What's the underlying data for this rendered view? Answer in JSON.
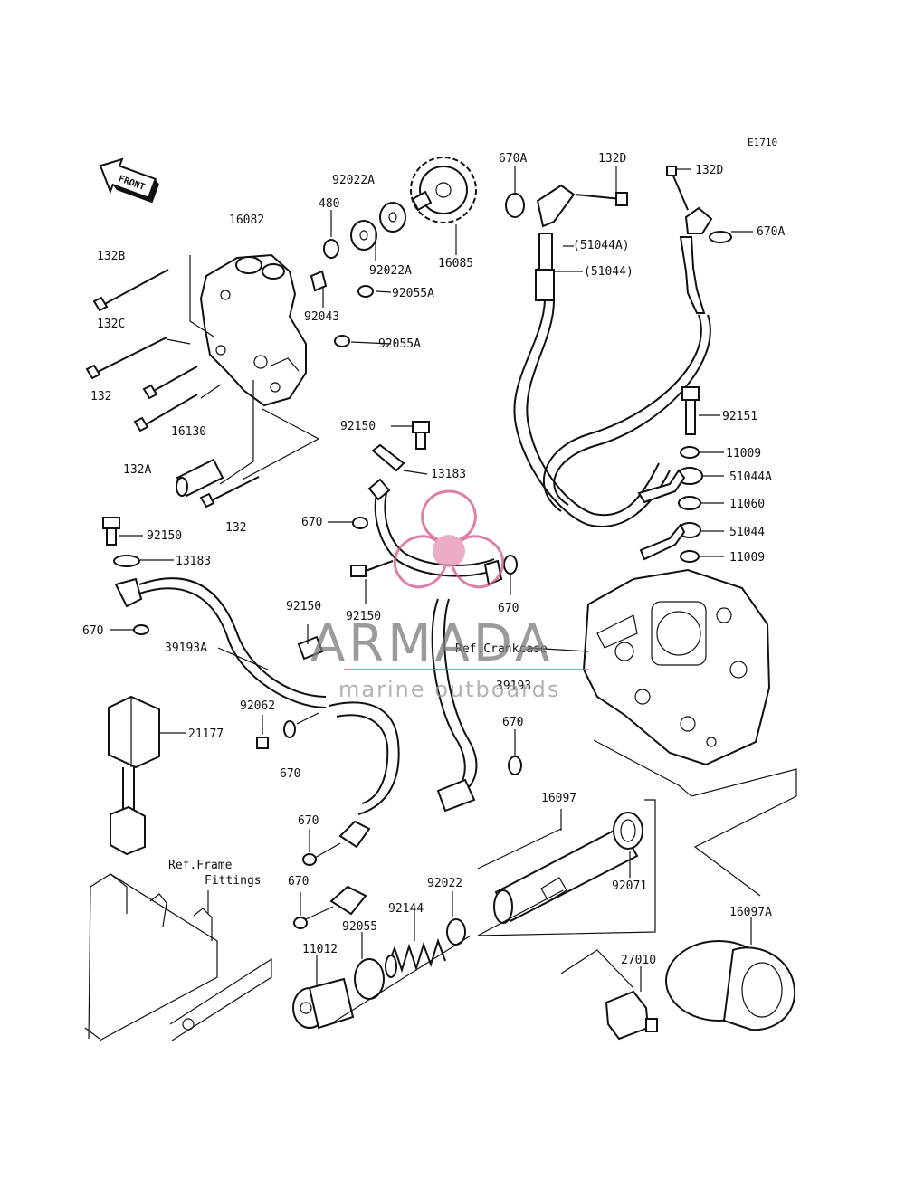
{
  "diagram": {
    "code": "E1710",
    "front_label": "FRONT",
    "parts": {
      "p670A_left": "670A",
      "p132D_left": "132D",
      "p132D_right": "132D",
      "p670A_right": "670A",
      "p92022A_top": "92022A",
      "p480": "480",
      "p16082": "16082",
      "p132B": "132B",
      "p92022A_bottom": "92022A",
      "p16085": "16085",
      "p51044A_paren": "(51044A)",
      "p51044_paren": "(51044)",
      "p92055A_1": "92055A",
      "p92043": "92043",
      "p132C": "132C",
      "p92055A_2": "92055A",
      "p132_top": "132",
      "p92151": "92151",
      "p92150_mid": "92150",
      "p11009_top": "11009",
      "p16130": "16130",
      "p13183_mid": "13183",
      "p51044A": "51044A",
      "p132A": "132A",
      "p11060": "11060",
      "p670_mid": "670",
      "p132_bottom": "132",
      "p51044": "51044",
      "p92150_left": "92150",
      "p11009_bottom": "11009",
      "p13183_left": "13183",
      "p92150_low": "92150",
      "p670_right_upper": "670",
      "p92150_center": "92150",
      "p670_left": "670",
      "p39193A": "39193A",
      "ref_crankcase": "Ref.Crankcase",
      "p39193": "39193",
      "p92062": "92062",
      "p21177": "21177",
      "p670_right": "670",
      "p670_center": "670",
      "p16097": "16097",
      "p670_low1": "670",
      "p670_low2": "670",
      "ref_frame_1": "Ref.Frame",
      "ref_frame_2": "Fittings",
      "p92022": "92022",
      "p92071": "92071",
      "p92144": "92144",
      "p16097A": "16097A",
      "p11012": "11012",
      "p92055": "92055",
      "p27010": "27010"
    }
  },
  "watermark": {
    "brand": "ARMADA",
    "tagline": "marine outboards",
    "color": "#d4558a"
  }
}
